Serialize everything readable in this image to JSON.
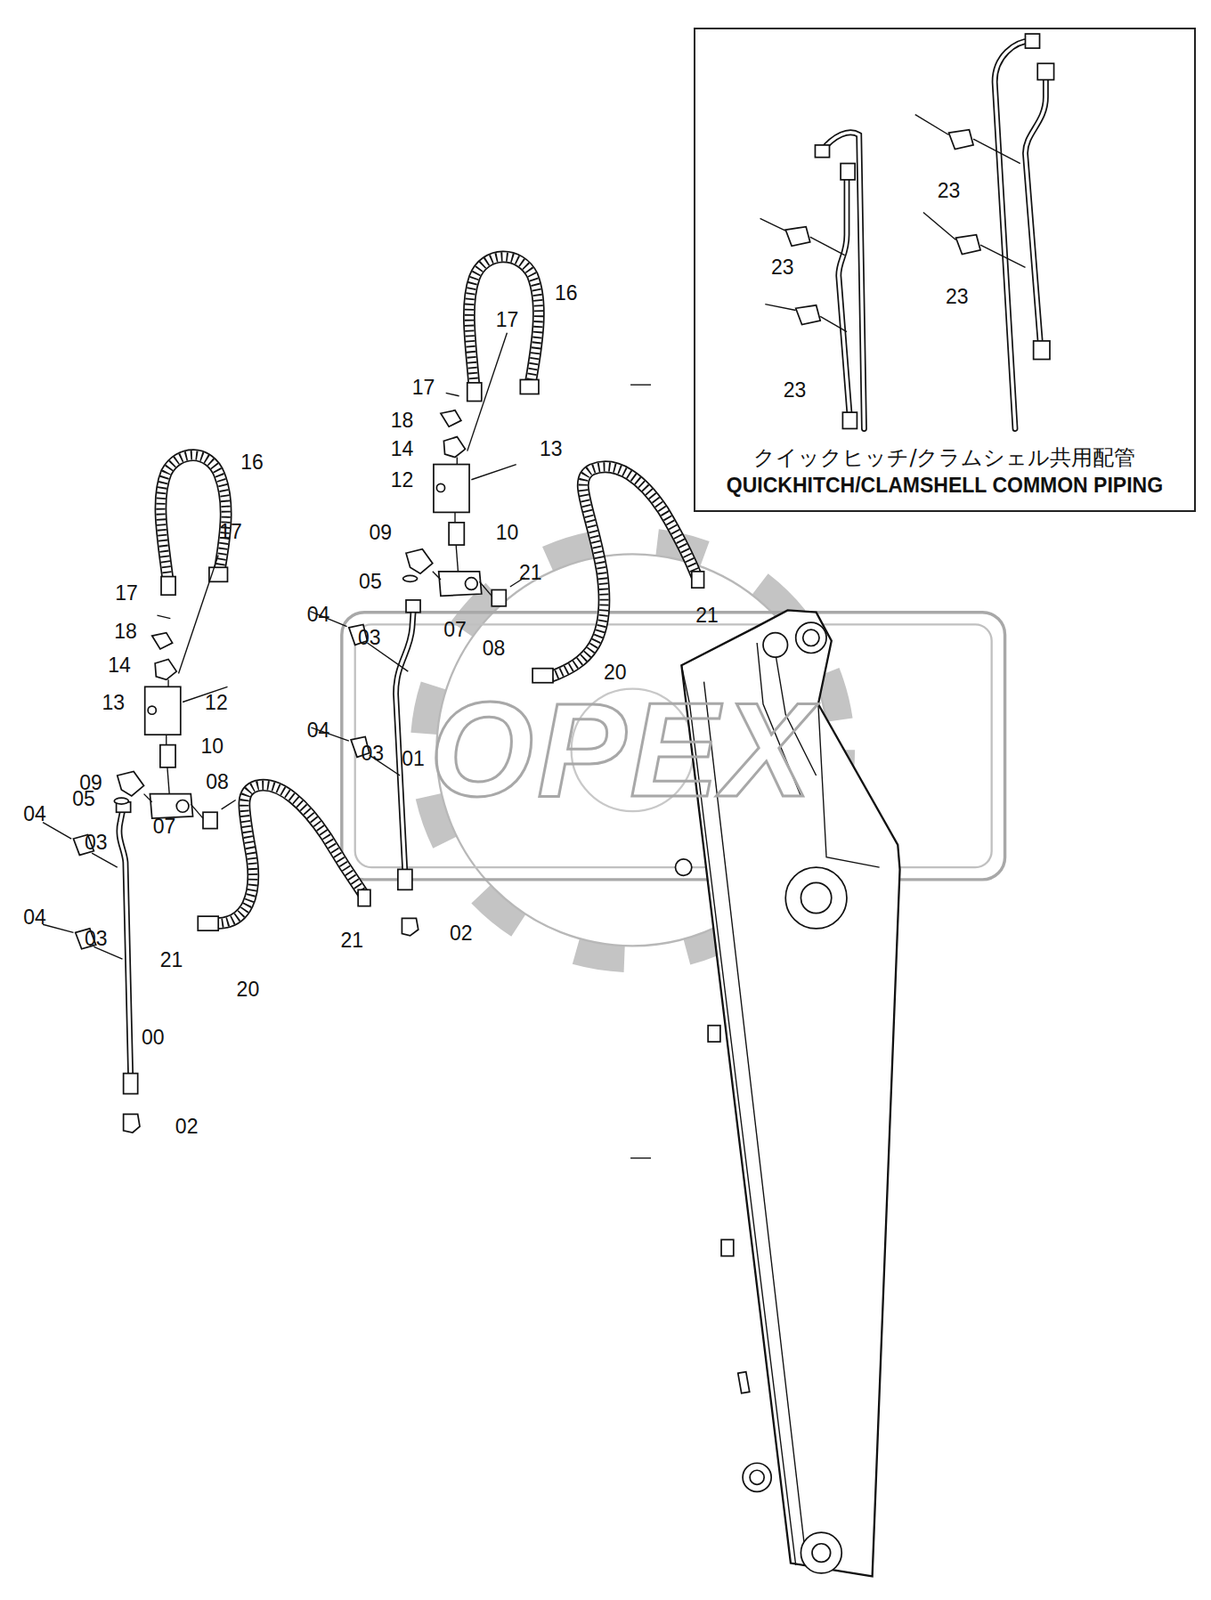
{
  "diagram": {
    "nodes": [
      {
        "text": [
          "クイックヒッチ/クラムシェル共用配管",
          "QUICKHITCH/CLAMSHELL COMMON PIPING"
        ]
      }
    ],
    "labels": [
      "23",
      "23",
      "23",
      "23",
      "16",
      "17",
      "17",
      "18",
      "14",
      "13",
      "12",
      "16",
      "17",
      "09",
      "10",
      "21",
      "05",
      "17",
      "04",
      "21",
      "07",
      "18",
      "03",
      "08",
      "14",
      "20",
      "13",
      "12",
      "04",
      "10",
      "03",
      "01",
      "09",
      "08",
      "05",
      "04",
      "07",
      "03",
      "04",
      "02",
      "03",
      "21",
      "21",
      "20",
      "00",
      "02",
      "OPEX"
    ]
  }
}
